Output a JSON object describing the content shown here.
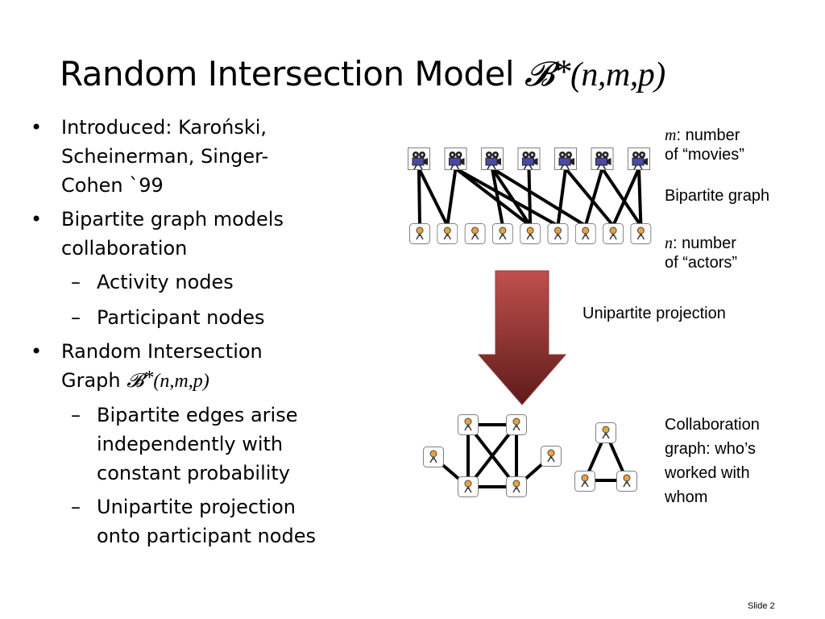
{
  "title": {
    "text": "Random Intersection Model ",
    "math_symbol": "𝓑",
    "math_sup": "*",
    "math_args": "(n,m,p)"
  },
  "bullets": {
    "b1_line1": "Introduced: Karoński,",
    "b1_line2": "Scheinerman, Singer-",
    "b1_line3": "Cohen `99",
    "b2_line1": "Bipartite graph models",
    "b2_line2": "collaboration",
    "s1": "Activity nodes",
    "s2": "Participant nodes",
    "b3_line1": "Random Intersection",
    "b3_line2": "Graph ",
    "b3_sym": "𝓑",
    "b3_sup": "*",
    "b3_args": "(n,m,p)",
    "s3_line1": "Bipartite edges arise",
    "s3_line2": "independently with",
    "s3_line3": "constant probability",
    "s4_line1": "Unipartite projection",
    "s4_line2": "onto participant nodes",
    "bullet_char": "•",
    "dash_char": "–"
  },
  "diagram": {
    "m_var": "m",
    "m_line1": ": number",
    "m_line2": "of  “movies”",
    "bipartite_label": "Bipartite graph",
    "n_var": "n",
    "n_line1": ": number",
    "n_line2": "of  “actors”",
    "projection_label": "Unipartite projection",
    "collab_line1": "Collaboration",
    "collab_line2": "graph:  who’s",
    "collab_line3": "worked with",
    "collab_line4": "whom",
    "movie_count": 7,
    "actor_count": 9,
    "bipartite_edges": [
      [
        0,
        0
      ],
      [
        0,
        1
      ],
      [
        1,
        1
      ],
      [
        1,
        4
      ],
      [
        1,
        5
      ],
      [
        2,
        3
      ],
      [
        2,
        4
      ],
      [
        2,
        6
      ],
      [
        3,
        4
      ],
      [
        4,
        5
      ],
      [
        4,
        7
      ],
      [
        5,
        6
      ],
      [
        5,
        8
      ],
      [
        6,
        8
      ],
      [
        6,
        7
      ]
    ],
    "arrow_color_top": "#c0504d",
    "arrow_color_bottom": "#5e1b1a",
    "node_border": "#7f7f7f",
    "actor_color": "#e8a33c"
  },
  "footer": {
    "slide_label": "Slide 2"
  }
}
